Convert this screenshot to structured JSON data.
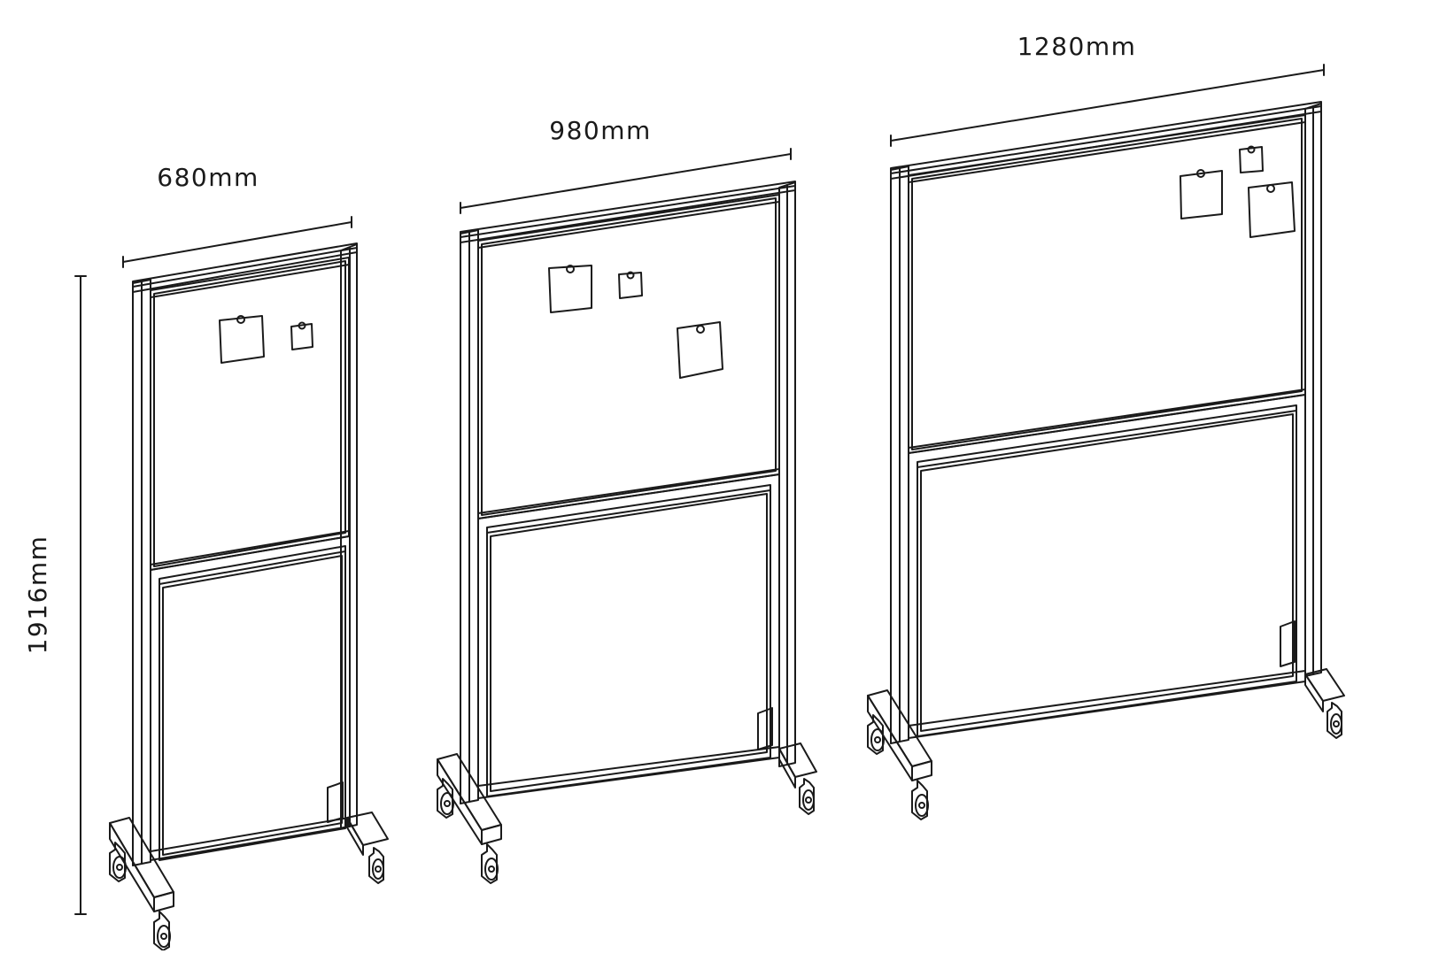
{
  "dimensions": {
    "height_label": "1916mm",
    "widths": [
      {
        "label": "680mm"
      },
      {
        "label": "980mm"
      },
      {
        "label": "1280mm"
      }
    ]
  },
  "colors": {
    "line": "#1a1a1a",
    "background": "#ffffff"
  }
}
